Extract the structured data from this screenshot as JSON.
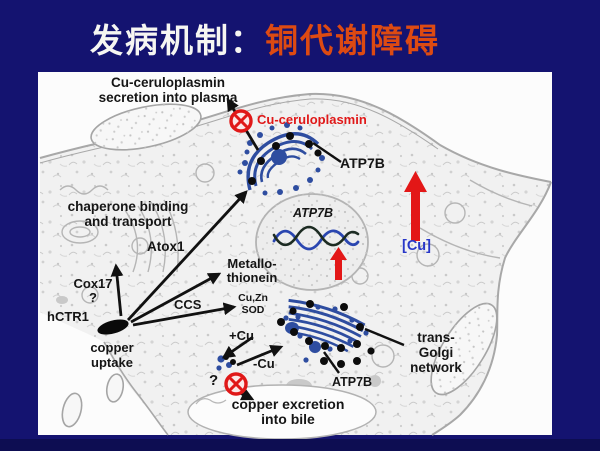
{
  "slide": {
    "title": {
      "prefix": "发病机制：",
      "highlight": "铜代谢障碍"
    },
    "colors": {
      "background": "#141370",
      "title_prefix": "#f6f6f2",
      "title_highlight": "#dd4a12",
      "diagram_red": "#e01818",
      "organelle_blue": "#2e4da0",
      "cu_text_blue": "#2837c8"
    }
  },
  "diagram": {
    "plasma_secretion": {
      "line1": "Cu-ceruloplasmin",
      "line2": "secretion into plasma"
    },
    "blocked_ceruloplasmin": "Cu-ceruloplasmin",
    "atp7b_golgi_label": "ATP7B",
    "atp7b_gene_label": "ATP7B",
    "atp7b_vesicle_label": "ATP7B",
    "cu_concentration": "[Cu]",
    "chaperone": {
      "line1": "chaperone binding",
      "line2": "and transport"
    },
    "atox1": "Atox1",
    "cox17": {
      "line1": "Cox17",
      "line2": "?"
    },
    "hctr1": "hCTR1",
    "copper_uptake": {
      "line1": "copper",
      "line2": "uptake"
    },
    "ccs": "CCS",
    "metallothionein": {
      "line1": "Metallo-",
      "line2": "thionein"
    },
    "sod": {
      "line1": "Cu,Zn",
      "line2": "SOD"
    },
    "plus_cu": "+Cu",
    "minus_cu": "-Cu",
    "trans_golgi": {
      "line1": "trans-",
      "line2": "Golgi",
      "line3": "network"
    },
    "bile_question": "?",
    "bile_excretion": {
      "line1": "copper excretion",
      "line2": "into bile"
    }
  }
}
